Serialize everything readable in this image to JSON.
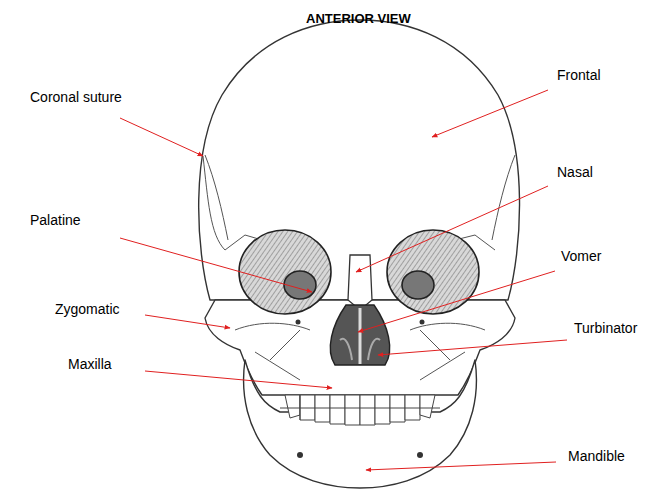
{
  "diagram": {
    "title": "ANTERIOR VIEW",
    "labels": [
      "Frontal",
      "Coronal suture",
      "Nasal",
      "Palatine",
      "Vomer",
      "Zygomatic",
      "Turbinator",
      "Maxilla",
      "Mandible"
    ]
  }
}
